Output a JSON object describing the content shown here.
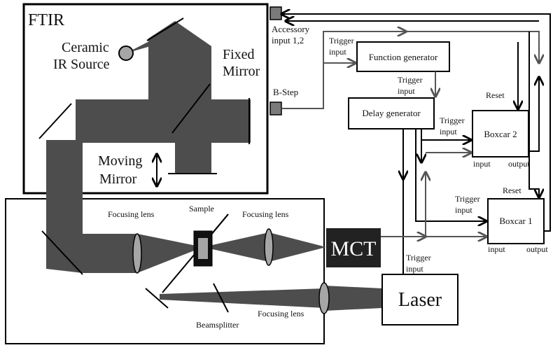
{
  "ftir": {
    "title": "FTIR",
    "source_label_1": "Ceramic",
    "source_label_2": "IR Source",
    "fixed_mirror_1": "Fixed",
    "fixed_mirror_2": "Mirror",
    "moving_mirror_1": "Moving",
    "moving_mirror_2": "Mirror",
    "accessory_1": "Accessory",
    "accessory_2": "input 1,2",
    "bstep": "B-Step"
  },
  "sample_area": {
    "focusing_lens_left": "Focusing lens",
    "sample": "Sample",
    "focusing_lens_right": "Focusing lens",
    "focusing_lens_bottom": "Focusing lens",
    "beamsplitter": "Beamsplitter"
  },
  "detector": {
    "label": "MCT"
  },
  "laser": {
    "label": "Laser",
    "trigger_1": "Trigger",
    "trigger_2": "input"
  },
  "electronics": {
    "function_generator": "Function generator",
    "fg_trigger_1": "Trigger",
    "fg_trigger_2": "input",
    "delay_generator": "Delay generator",
    "dg_trigger_1": "Trigger",
    "dg_trigger_2": "input",
    "boxcar2": "Boxcar 2",
    "b2_reset": "Reset",
    "b2_trigger_1": "Trigger",
    "b2_trigger_2": "input",
    "b2_input": "input",
    "b2_output": "output",
    "boxcar1": "Boxcar 1",
    "b1_reset": "Reset",
    "b1_trigger_1": "Trigger",
    "b1_trigger_2": "input",
    "b1_input": "input",
    "b1_output": "output"
  }
}
